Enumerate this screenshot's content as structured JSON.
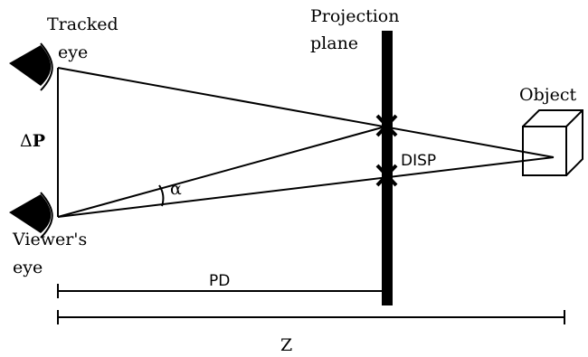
{
  "labels": {
    "tracked_eye_line1": "Tracked",
    "tracked_eye_line2": "eye",
    "projection_line1": "Projection",
    "projection_line2": "plane",
    "object": "Object",
    "delta_p_symbol": "Δ",
    "delta_p_letter": "P",
    "disp": "DISP",
    "alpha": "α",
    "viewers_eye_line1": "Viewer's",
    "viewers_eye_line2": "eye",
    "pd": "PD",
    "z": "Z"
  }
}
